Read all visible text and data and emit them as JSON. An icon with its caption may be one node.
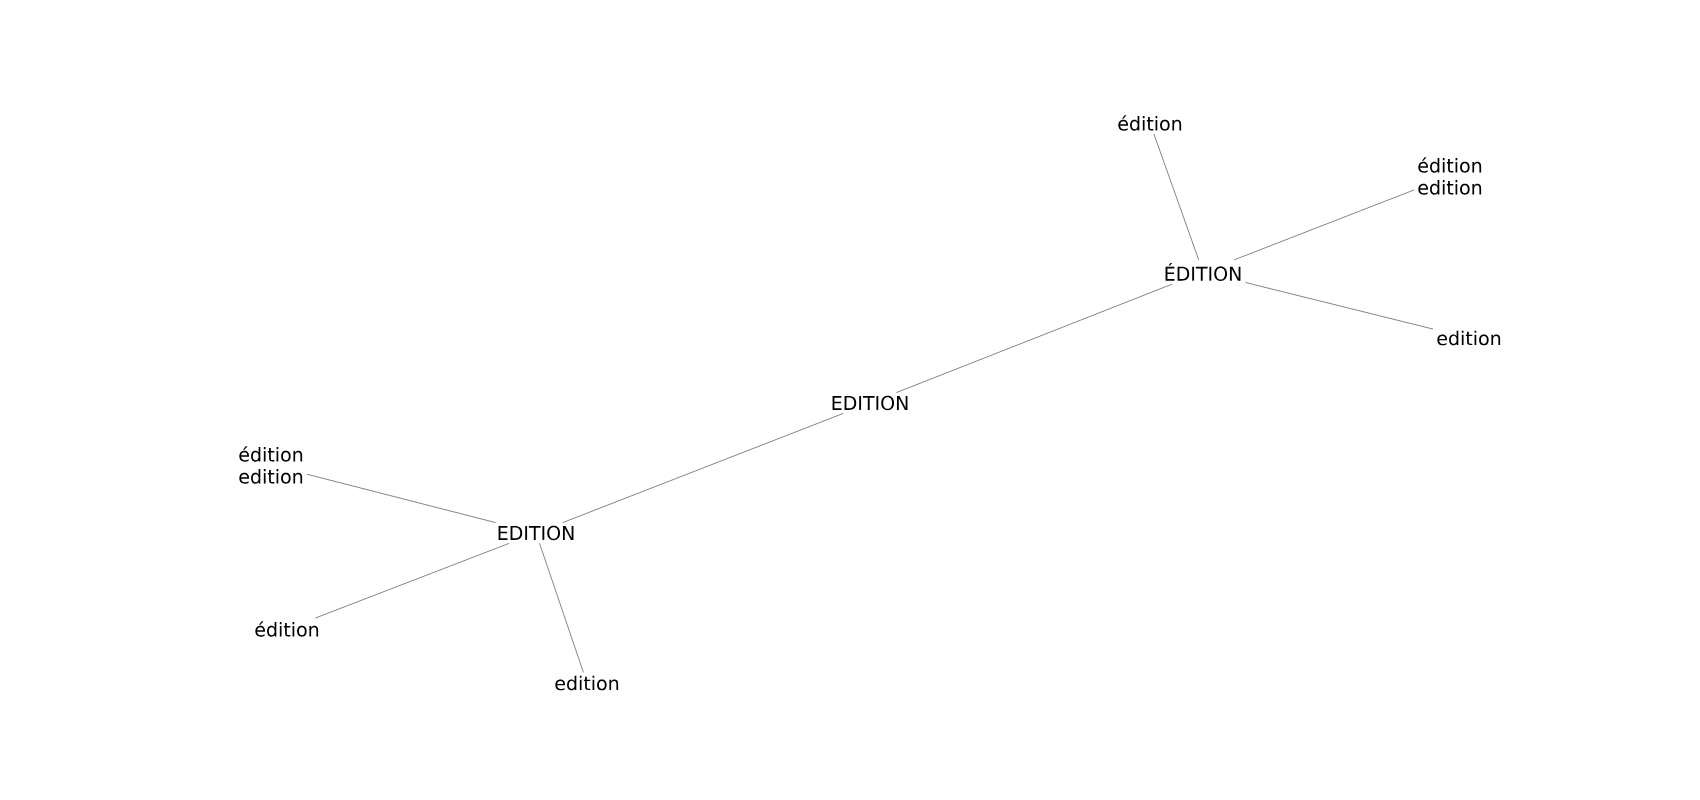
{
  "diagram": {
    "nodes": [
      {
        "text": [
          "édition"
        ]
      },
      {
        "text": [
          "édition",
          "edition"
        ]
      },
      {
        "text": [
          "ÉDITION"
        ]
      },
      {
        "text": [
          "edition"
        ]
      },
      {
        "text": [
          "EDITION"
        ]
      },
      {
        "text": [
          "édition",
          "edition"
        ]
      },
      {
        "text": [
          "EDITION"
        ]
      },
      {
        "text": [
          "édition"
        ]
      },
      {
        "text": [
          "edition"
        ]
      }
    ],
    "edges": [
      {
        "from": 2,
        "to": 0,
        "arrow": "none"
      },
      {
        "from": 2,
        "to": 1,
        "arrow": "none"
      },
      {
        "from": 2,
        "to": 3,
        "arrow": "none"
      },
      {
        "from": 4,
        "to": 2,
        "arrow": "none"
      },
      {
        "from": 4,
        "to": 6,
        "arrow": "none"
      },
      {
        "from": 6,
        "to": 5,
        "arrow": "none"
      },
      {
        "from": 6,
        "to": 7,
        "arrow": "none"
      },
      {
        "from": 6,
        "to": 8,
        "arrow": "none"
      }
    ]
  }
}
